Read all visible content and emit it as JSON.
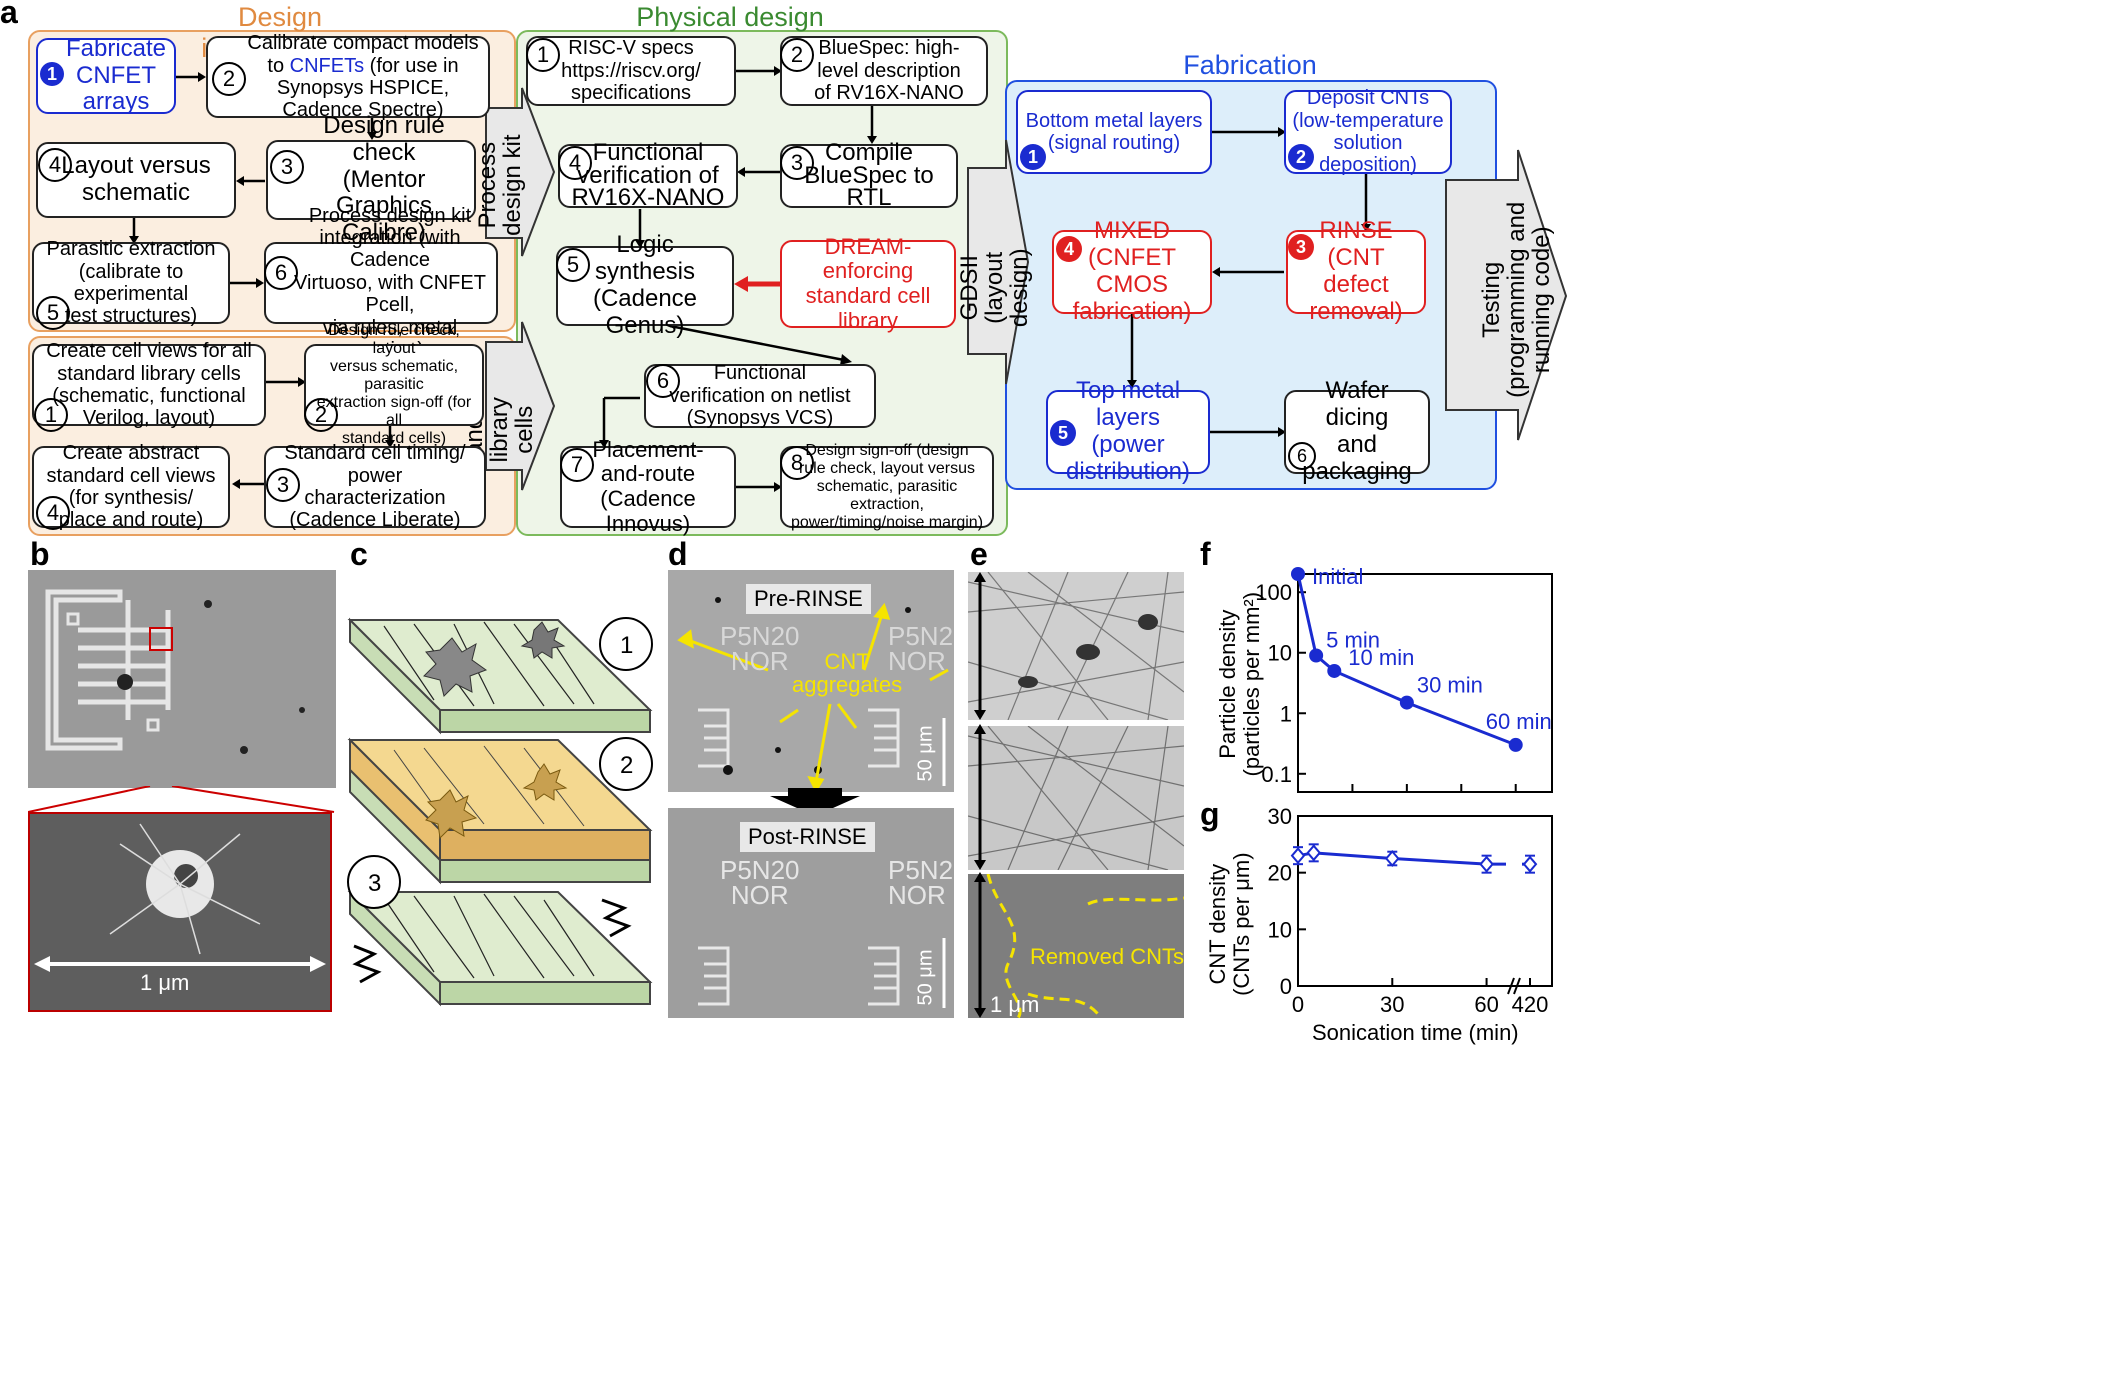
{
  "panels": {
    "a": "a",
    "b": "b",
    "c": "c",
    "d": "d",
    "e": "e",
    "f": "f",
    "g": "g"
  },
  "regions": {
    "design_infrastructure": "Design infrastructure",
    "physical_design": "Physical design",
    "fabrication": "Fabrication"
  },
  "arrows": {
    "process_design_kit": "Process\ndesign kit",
    "standard_library_cells": "Standard\nlibrary cells",
    "gdsii": "GDSII\n(layout design)",
    "testing": "Testing\n(programming and\nrunning code)"
  },
  "design_infrastructure": {
    "fabricate": {
      "num": "1",
      "text": "Fabricate\nCNFET\narrays"
    },
    "calibrate": {
      "num": "2",
      "text_a": "Calibrate compact models\nto ",
      "text_link": "CNFETs",
      "text_b": " (for use in\nSynopsys HSPICE,\nCadence Spectre)"
    },
    "drc": {
      "num": "3",
      "text": "Design rule check\n(Mentor Graphics\nCalibre)"
    },
    "lvs": {
      "num": "4",
      "text": "Layout versus\nschematic"
    },
    "parasitic": {
      "num": "5",
      "text": "Parasitic extraction\n(calibrate to\nexperimental\ntest structures)"
    },
    "pdk": {
      "num": "6",
      "text": "Process design kit\nintegration (with Cadence\nVirtuoso, with CNFET Pcell,\nvia rules, metal routing)"
    },
    "cell_views": {
      "num": "1",
      "text": "Create cell views for all\nstandard library cells\n(schematic, functional\nVerilog, layout)"
    },
    "signoff": {
      "num": "2",
      "text": "Design rule check, layout\nversus schematic, parasitic\nextraction sign-off (for all\nstandard cells)"
    },
    "timing": {
      "num": "3",
      "text": "Standard cell timing/\npower\ncharacterization\n(Cadence Liberate)"
    },
    "abstract": {
      "num": "4",
      "text": "Create abstract\nstandard cell views\n(for synthesis/\nplace and route)"
    }
  },
  "physical_design": {
    "riscv": {
      "num": "1",
      "text": "RISC-V specs\nhttps://riscv.org/\nspecifications"
    },
    "bluespec": {
      "num": "2",
      "text": "BlueSpec: high-\nlevel description\nof RV16X-NANO"
    },
    "compile": {
      "num": "3",
      "text": "Compile\nBlueSpec to\nRTL"
    },
    "functional": {
      "num": "4",
      "text": "Functional\nverification of\nRV16X-NANO"
    },
    "synthesis": {
      "num": "5",
      "text": "Logic synthesis\n(Cadence Genus)"
    },
    "dream": {
      "text": "DREAM-enforcing\nstandard cell\nlibrary"
    },
    "netlist": {
      "num": "6",
      "text": "Functional\nverification on netlist\n(Synopsys VCS)"
    },
    "placement": {
      "num": "7",
      "text": "Placement-\nand-route (Cadence\nInnovus)"
    },
    "design_signoff": {
      "num": "8",
      "text": "Design sign-off (design\nrule check, layout versus\nschematic, parasitic extraction,\npower/timing/noise margin)"
    }
  },
  "fabrication": {
    "bottom_metal": {
      "num": "1",
      "text": "Bottom metal layers\n(signal routing)"
    },
    "deposit": {
      "num": "2",
      "text": "Deposit CNTs\n(low-temperature\nsolution\ndeposition)"
    },
    "rinse": {
      "num": "3",
      "text": "RINSE\n(CNT defect\nremoval)"
    },
    "mixed": {
      "num": "4",
      "text": "MIXED\n(CNFET CMOS\nfabrication)"
    },
    "top_metal": {
      "num": "5",
      "text": "Top metal layers\n(power\ndistribution)"
    },
    "dicing": {
      "num": "6",
      "text": "Wafer dicing\nand packaging"
    }
  },
  "panel_b": {
    "scale": "1 μm"
  },
  "panel_c": {
    "steps": [
      "1",
      "2",
      "3"
    ]
  },
  "panel_d": {
    "pre": "Pre-RINSE",
    "post": "Post-RINSE",
    "chip_label": "P5N20\nNOR",
    "chip_label2": "P5N2\nNOR",
    "cnt": "CNT\naggregates",
    "scale": "50 μm"
  },
  "panel_e": {
    "removed": "Removed CNTs",
    "scale": "1 μm"
  },
  "colors": {
    "blue": "#1a2bd0",
    "red": "#e02020",
    "orange_region": "#fbeee0",
    "orange_border": "#e8a060",
    "green_region": "#eef5e8",
    "green_border": "#7cba5c",
    "blue_region": "#ddeefa",
    "blue_border": "#2050e0",
    "yellow": "#f5e400"
  },
  "chart_data": [
    {
      "type": "line",
      "panel": "f",
      "ylabel": "Particle density\n(particles per mm²)",
      "yscale": "log",
      "ylim": [
        0.05,
        200
      ],
      "yticks": [
        "0.1",
        "1",
        "10",
        "100"
      ],
      "x": [
        0,
        5,
        10,
        30,
        60
      ],
      "values": [
        200,
        9,
        5,
        1.5,
        0.3
      ],
      "labels": [
        "Initial",
        "5 min",
        "10 min",
        "30 min",
        "60 min"
      ]
    },
    {
      "type": "line",
      "panel": "g",
      "xlabel": "Sonication time (min)",
      "ylabel": "CNT density\n(CNTs per μm)",
      "ylim": [
        0,
        30
      ],
      "yticks": [
        "0",
        "10",
        "20",
        "30"
      ],
      "xticks": [
        "0",
        "30",
        "60",
        "420"
      ],
      "x": [
        0,
        5,
        30,
        60,
        420
      ],
      "values": [
        23,
        23.5,
        22.5,
        21.5,
        21.5
      ],
      "errors": [
        1.5,
        1.5,
        1.2,
        1.5,
        1.5
      ]
    }
  ]
}
